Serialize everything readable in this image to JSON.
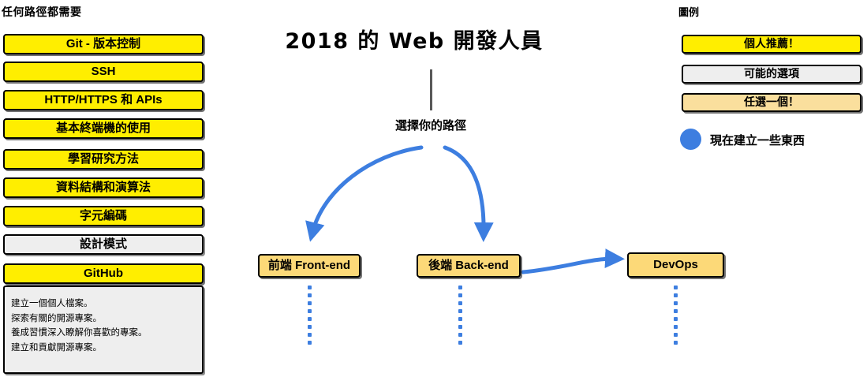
{
  "left_column": {
    "heading": "任何路徑都需要",
    "items": [
      {
        "label": "Git - 版本控制",
        "style": "yellow"
      },
      {
        "label": "SSH",
        "style": "yellow"
      },
      {
        "label": "HTTP/HTTPS 和 APIs",
        "style": "yellow"
      },
      {
        "label": "基本終端機的使用",
        "style": "yellow"
      },
      {
        "label": "學習研究方法",
        "style": "yellow"
      },
      {
        "label": "資料結構和演算法",
        "style": "yellow"
      },
      {
        "label": "字元編碼",
        "style": "yellow"
      },
      {
        "label": "設計模式",
        "style": "gray"
      },
      {
        "label": "GitHub",
        "style": "yellow"
      }
    ],
    "github_description": [
      "建立一個個人檔案。",
      "探索有關的開源專案。",
      "養成習慣深入瞭解你喜歡的專案。",
      "建立和貢獻開源專案。"
    ]
  },
  "center": {
    "title": "2018 的 Web 開發人員",
    "choose_path_label": "選擇你的路徑",
    "nodes": [
      {
        "label": "前端 Front-end"
      },
      {
        "label": "後端 Back-end"
      },
      {
        "label": "DevOps"
      }
    ]
  },
  "legend": {
    "heading": "圖例",
    "items": [
      {
        "label": "個人推薦！",
        "style": "yellow"
      },
      {
        "label": "可能的選項",
        "style": "gray"
      },
      {
        "label": "任選一個！",
        "style": "legend-orange"
      }
    ],
    "marker": {
      "shape": "filled-circle",
      "label": "現在建立一些東西"
    }
  },
  "colors": {
    "recommended_yellow": "#ffee00",
    "optional_gray": "#eeeeee",
    "pick_one_orange": "#fcd978",
    "legend_orange": "#fadf9d",
    "accent_blue": "#3d7ee0",
    "trunk_gray": "#595959",
    "outline_black": "#000000"
  }
}
